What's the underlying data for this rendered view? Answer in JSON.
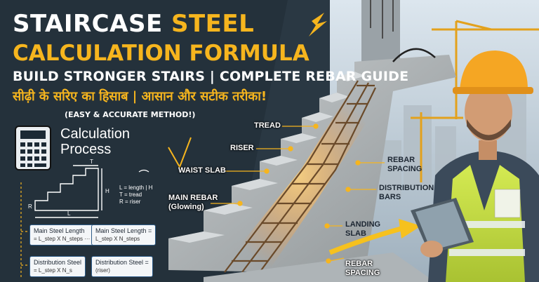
{
  "title": {
    "word1": "STAIRCASE ",
    "word2": "STEEL",
    "line2": "CALCULATION FORMULA",
    "line3": "BUILD STRONGER STAIRS | COMPLETE REBAR GUIDE",
    "line4": "सीढ़ी के सरिए का हिसाब | आसान और सटीक तरीका!",
    "line5": "(EASY & ACCURATE METHOD!)"
  },
  "calc": {
    "line1": "Calculation",
    "line2": "Process",
    "legend": "L = length | H\nT = tread\nR = riser",
    "dim_t": "T",
    "dim_h": "H",
    "dim_l": "L",
    "dim_r": "R"
  },
  "formulas": {
    "main_small_1": "Main Steel Length",
    "main_small_2": "= L_step X N_steps ···",
    "main_big_1": "Main Steel Length =",
    "main_big_2": "L_step X N_steps",
    "dist_small_1": "Distribution Steel",
    "dist_small_2": "= L_step X N_s",
    "dist_big_1": "Distribution Steel =",
    "dist_big_2": "(riser)"
  },
  "labels": {
    "tread": "TREAD",
    "riser": "RISER",
    "waist_slab": "WAIST SLAB",
    "main_rebar_1": "MAIN REBAR",
    "main_rebar_2": "(Glowing)",
    "rebar_spacing_top_1": "REBAR",
    "rebar_spacing_top_2": "SPACING",
    "distribution_1": "DISTRIBUTION",
    "distribution_2": "BARS",
    "landing_1": "LANDING",
    "landing_2": "SLAB",
    "rebar_spacing_bottom_1": "REBAR",
    "rebar_spacing_bottom_2": "SPACING"
  },
  "colors": {
    "accent_yellow": "#f6b51e",
    "glow_orange": "#ff9a2a",
    "vest": "#c6e040",
    "hardhat": "#f5a623"
  },
  "icons": [
    "calculator-icon",
    "hardhat-icon",
    "tablet-icon",
    "crane-icon",
    "arrow-icon"
  ]
}
